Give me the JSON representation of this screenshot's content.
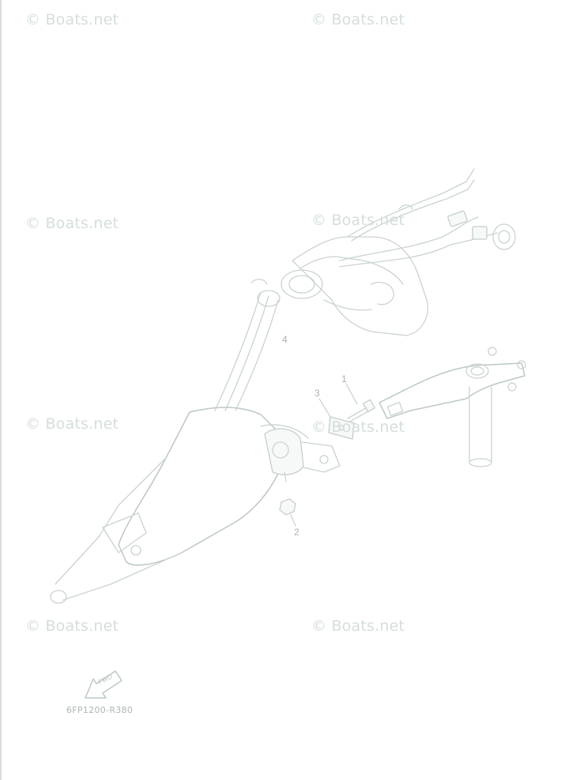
{
  "watermark": {
    "text": "© Boats.net"
  },
  "callouts": [
    "1",
    "2",
    "3",
    "4"
  ],
  "figure_code": "6FP1200-R380",
  "fwd_label": "FWD"
}
